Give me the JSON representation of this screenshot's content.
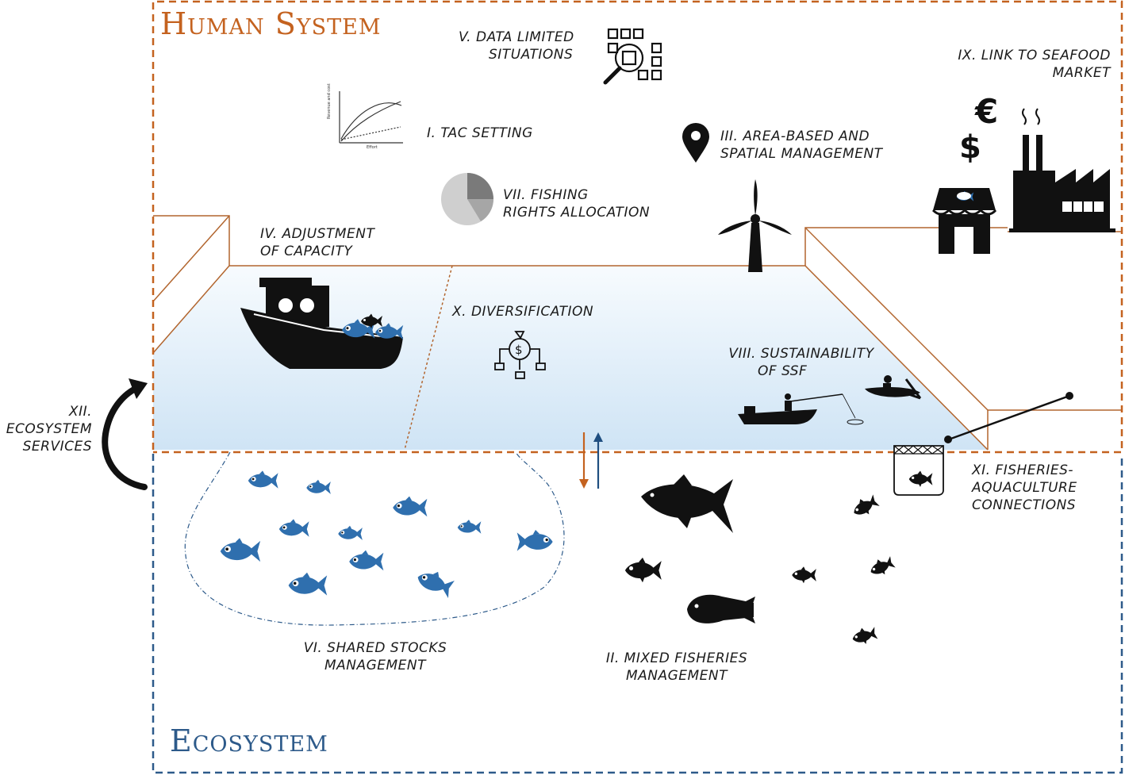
{
  "titles": {
    "human_system": "Human System",
    "ecosystem": "Ecosystem"
  },
  "labels": {
    "tac_setting": "I. TAC SETTING",
    "mixed_fisheries": [
      "II. MIXED FISHERIES",
      "MANAGEMENT"
    ],
    "area_based": [
      "III. AREA-BASED AND",
      "SPATIAL MANAGEMENT"
    ],
    "capacity": [
      "IV. ADJUSTMENT",
      "OF CAPACITY"
    ],
    "data_limited": [
      "V. DATA LIMITED",
      "SITUATIONS"
    ],
    "shared_stocks": [
      "VI. SHARED STOCKS",
      "MANAGEMENT"
    ],
    "fishing_rights": [
      "VII. FISHING",
      "RIGHTS ALLOCATION"
    ],
    "ssf": [
      "VIII. SUSTAINABILITY",
      "OF SSF"
    ],
    "seafood_market": [
      "IX. LINK TO SEAFOOD",
      "MARKET"
    ],
    "diversification": "X. DIVERSIFICATION",
    "aquaculture": [
      "XI. FISHERIES-",
      "AQUACULTURE",
      "CONNECTIONS"
    ],
    "ecosystem_services": [
      "XII.",
      "ECOSYSTEM",
      "SERVICES"
    ]
  },
  "colors": {
    "human_border": "#c4621f",
    "ecosystem_border": "#2d5a8a",
    "fish_blue": "#2f6fae",
    "ink": "#111111",
    "water": "#e3f0fa"
  },
  "icons": [
    "chart-icon",
    "pie-chart-icon",
    "search-grid-icon",
    "location-pin-icon",
    "wind-turbine-icon",
    "euro-icon",
    "dollar-icon",
    "shop-icon",
    "factory-icon",
    "boat-icon",
    "money-bag-icon",
    "small-boat-icon",
    "kayak-icon",
    "fish-cage-icon",
    "tuna-icon",
    "flatfish-icon",
    "fish-icon",
    "cycle-arrow-icon"
  ]
}
